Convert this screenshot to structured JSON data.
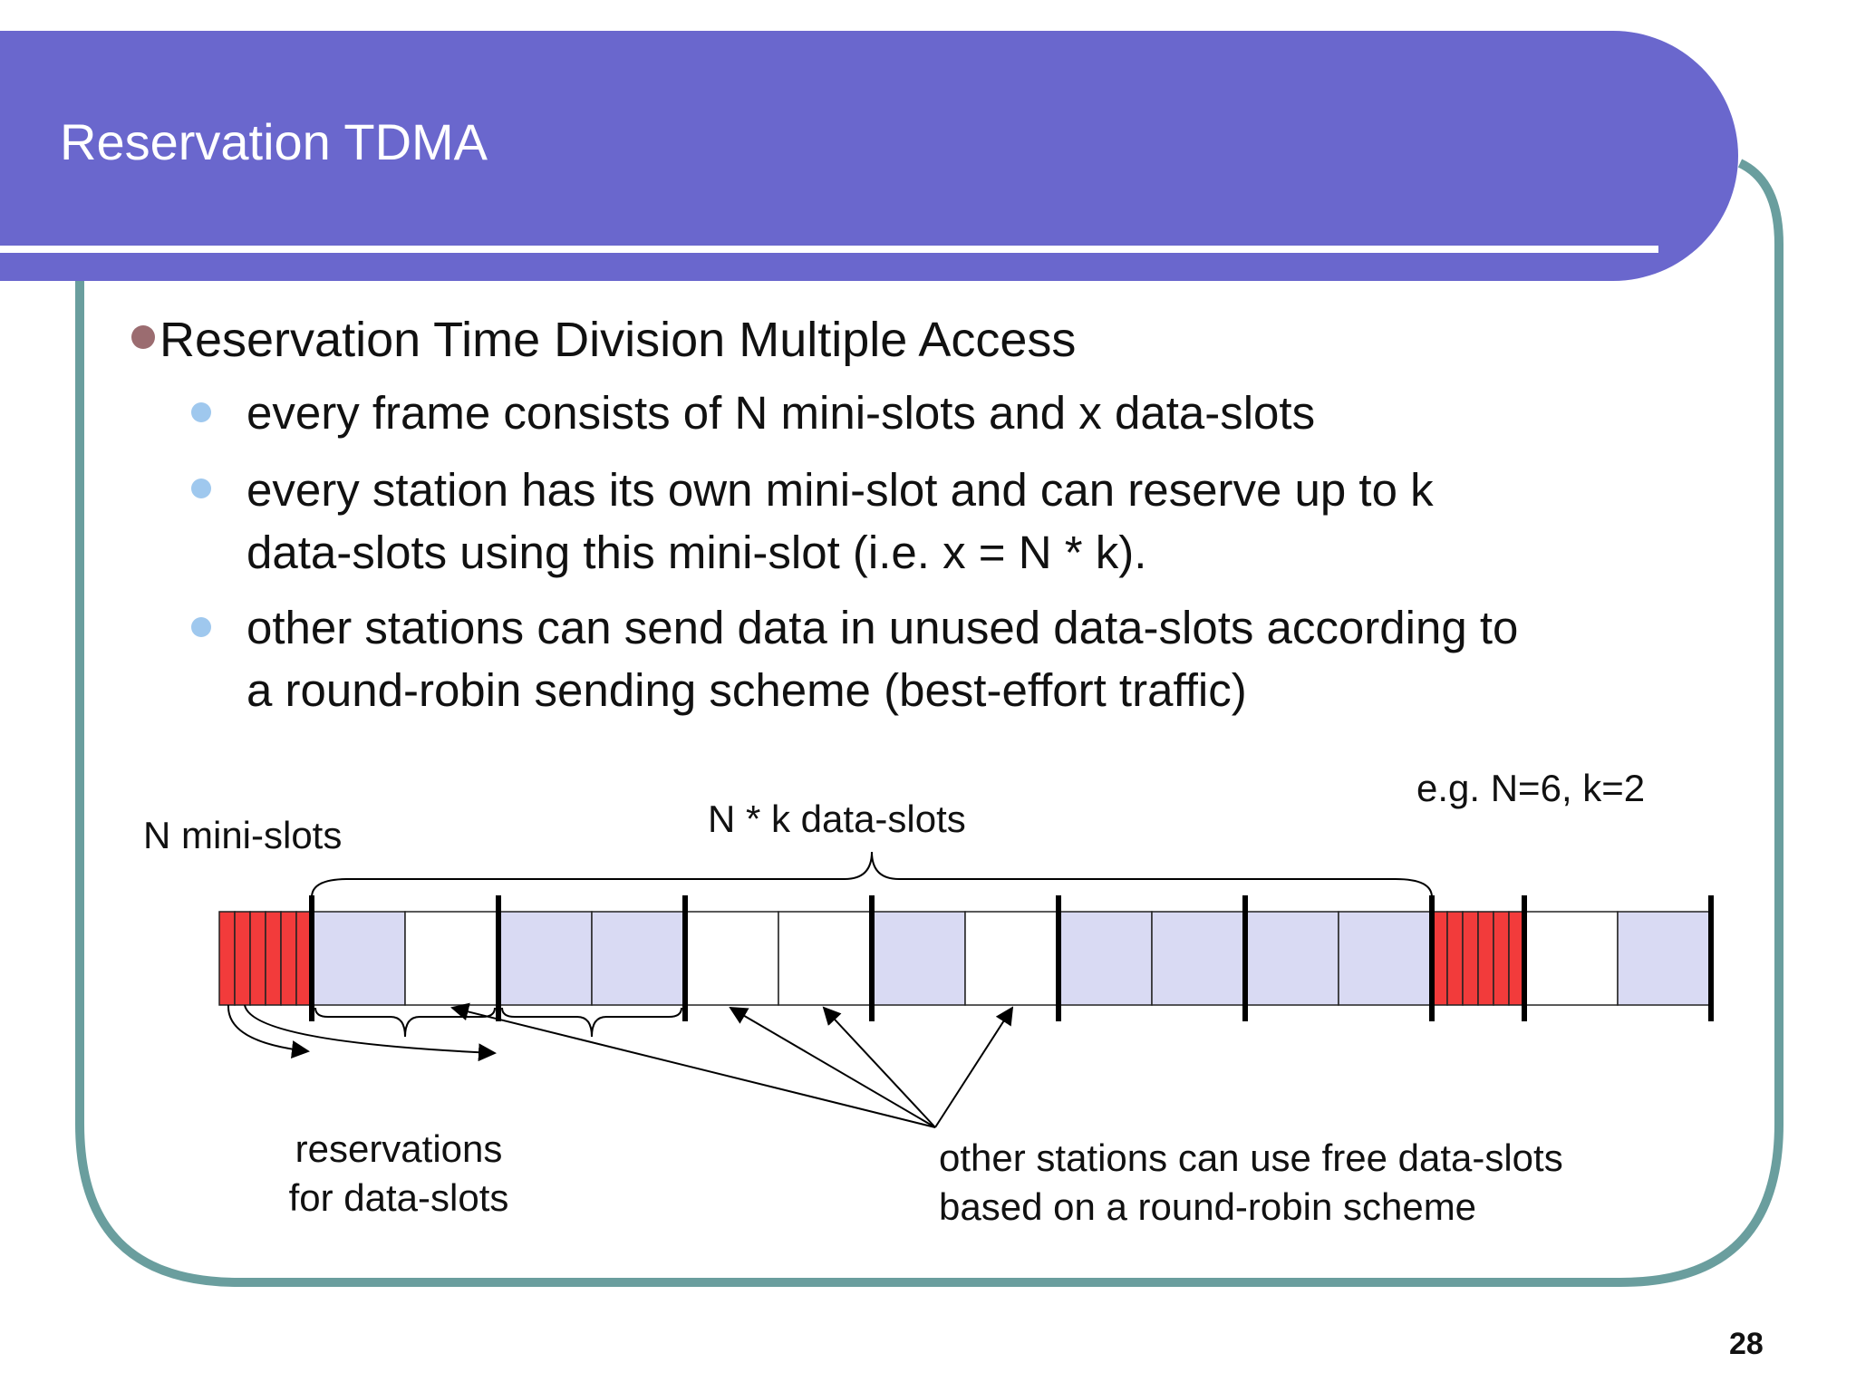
{
  "slide": {
    "title": "Reservation TDMA",
    "page_number": "28",
    "colors": {
      "header": "#6a67cd",
      "frame": "#6a9e9e",
      "reserved_slot": "#d9daf3",
      "mini_slot": "#f23b3b",
      "bullet": "#9b6c70",
      "sub_bullet": "#9fc8ee"
    }
  },
  "bullets": {
    "main": "Reservation Time Division Multiple Access",
    "sub": [
      {
        "lines": [
          "every frame consists of N mini-slots and x data-slots"
        ]
      },
      {
        "lines": [
          "every station has its own mini-slot and can reserve up to k",
          "data-slots using this mini-slot (i.e. x = N * k)."
        ]
      },
      {
        "lines": [
          "other stations can send data in unused data-slots according to",
          "a round-robin sending scheme (best-effort traffic)"
        ]
      }
    ]
  },
  "diagram": {
    "example": "e.g. N=6, k=2",
    "mini_slots_label": "N mini-slots",
    "data_slots_label": "N * k data-slots",
    "reservations_label": [
      "reservations",
      "for data-slots"
    ],
    "free_slots_label": [
      "other stations can use free data-slots",
      "based on a round-robin scheme"
    ],
    "mini_slot_count": 6,
    "data_slot_states": [
      "reserved",
      "free",
      "reserved",
      "reserved",
      "free",
      "free",
      "reserved",
      "free",
      "reserved",
      "reserved",
      "reserved",
      "reserved"
    ],
    "next_frame_slot_states": [
      "free",
      "reserved"
    ]
  }
}
